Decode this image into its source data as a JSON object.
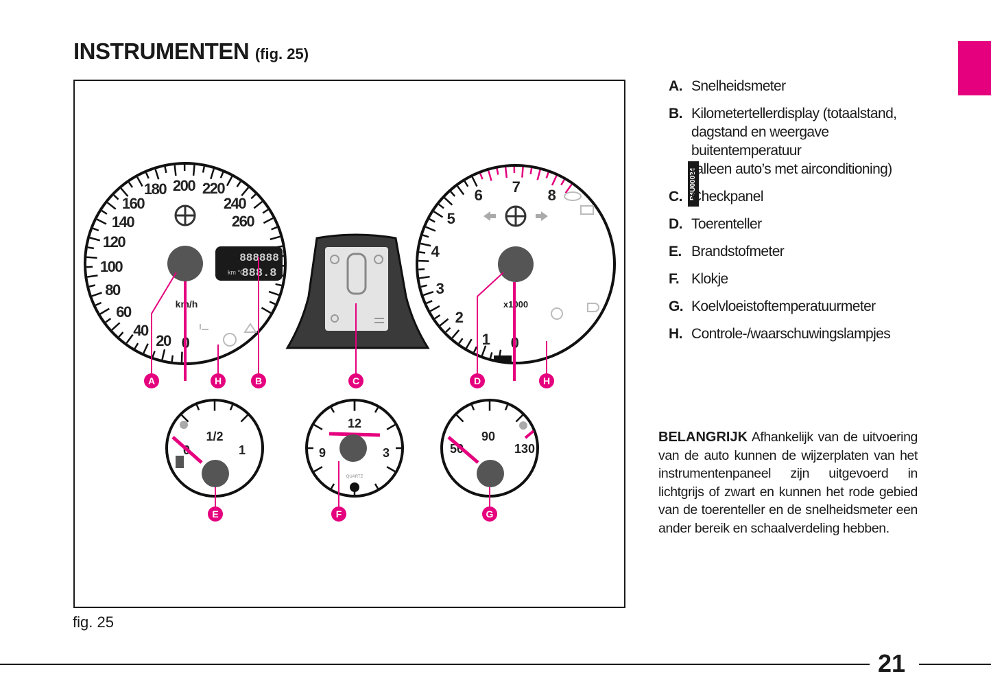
{
  "header": {
    "title": "INSTRUMENTEN",
    "fig_ref": "(fig. 25)"
  },
  "figure": {
    "code": "P4U00024",
    "caption": "fig. 25",
    "speedometer": {
      "unit": "km/h",
      "ticks": [
        "0",
        "20",
        "40",
        "60",
        "80",
        "100",
        "120",
        "140",
        "160",
        "180",
        "200",
        "220",
        "240",
        "260"
      ]
    },
    "odometer": {
      "top": "888888",
      "unit": "km\n°C",
      "bottom": "888.8"
    },
    "tachometer": {
      "unit": "x1000",
      "ticks": [
        "0",
        "1",
        "2",
        "3",
        "4",
        "5",
        "6",
        "7",
        "8"
      ]
    },
    "fuel": {
      "ticks": [
        "0",
        "1/2",
        "1"
      ]
    },
    "clock": {
      "ticks": [
        "12",
        "9",
        "3"
      ],
      "brand": "QUARTZ"
    },
    "temp": {
      "ticks": [
        "50",
        "90",
        "130"
      ]
    },
    "callouts": [
      "A",
      "H",
      "B",
      "C",
      "D",
      "H",
      "E",
      "F",
      "G"
    ],
    "accent": "#e5007e"
  },
  "legend": [
    {
      "key": "A.",
      "text": "Snelheidsmeter"
    },
    {
      "key": "B.",
      "text": "Kilometertellerdisplay (totaalstand,\ndagstand en weergave\nbuitentemperatuur\n(alleen auto’s met airconditioning)"
    },
    {
      "key": "C.",
      "text": "Checkpanel"
    },
    {
      "key": "D.",
      "text": "Toerenteller"
    },
    {
      "key": "E.",
      "text": "Brandstofmeter"
    },
    {
      "key": "F.",
      "text": "Klokje"
    },
    {
      "key": "G.",
      "text": "Koelvloeistoftemperatuurmeter"
    },
    {
      "key": "H.",
      "text": "Controle-/waarschuwingslampjes"
    }
  ],
  "note": {
    "label": "BELANGRIJK",
    "text": "Afhankelijk van de uitvoering van de auto kunnen de wijzerplaten van het instrumentenpaneel zijn uitgevoerd in lichtgrijs of zwart en kunnen het rode gebied van de toerenteller en de snelheidsmeter een ander bereik en schaalverdeling hebben."
  },
  "page_number": "21"
}
